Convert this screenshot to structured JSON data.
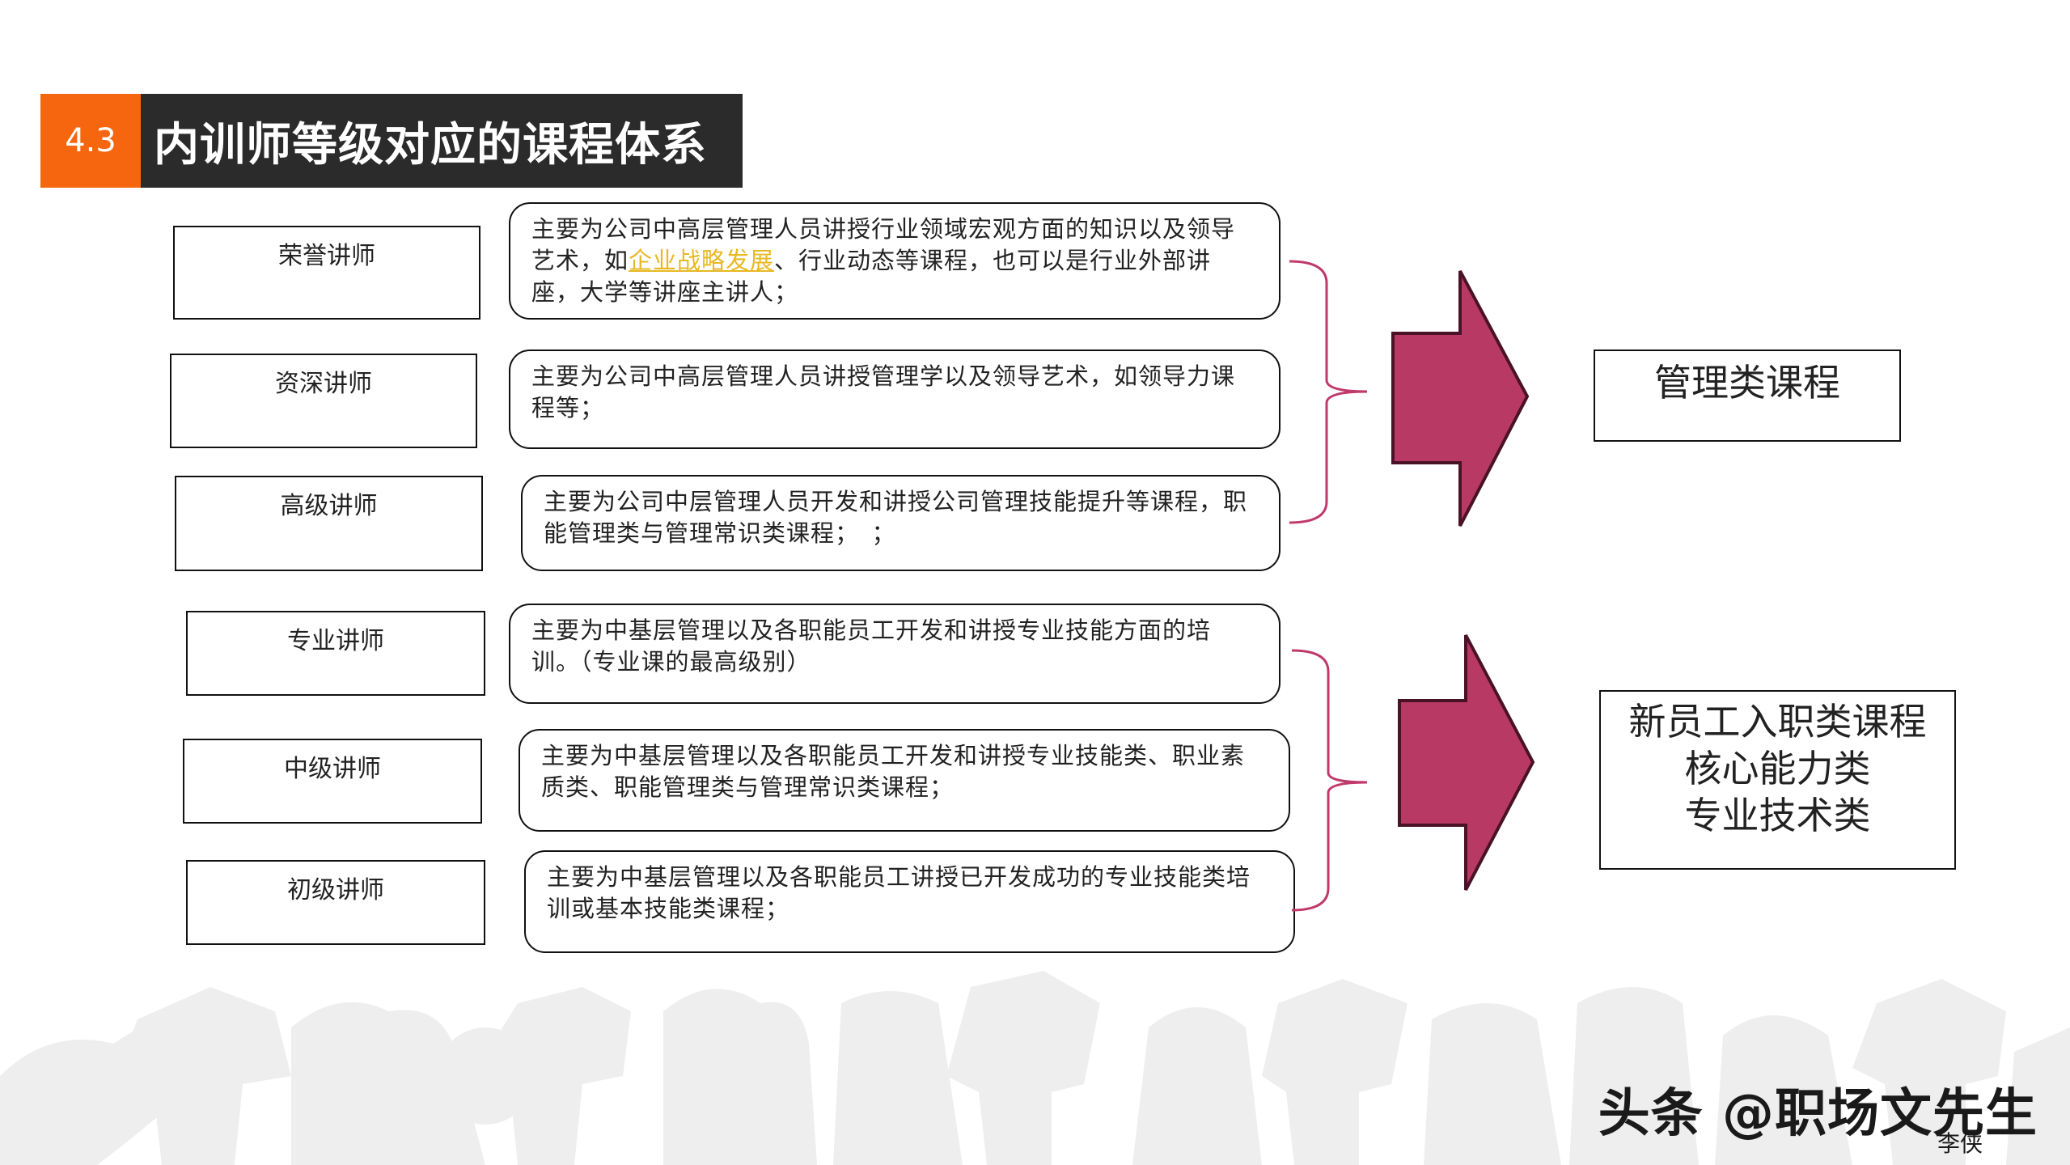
{
  "title": {
    "number": "4.3",
    "text": "内训师等级对应的课程体系"
  },
  "levels": [
    {
      "name": "荣誉讲师",
      "desc_before": "主要为公司中高层管理人员讲授行业领域宏观方面的知识以及领导艺术，如",
      "desc_highlight": "企业战略发展",
      "desc_after": "、行业动态等课程，也可以是行业外部讲座，大学等讲座主讲人；"
    },
    {
      "name": "资深讲师",
      "desc": "主要为公司中高层管理人员讲授管理学以及领导艺术，如领导力课程等；"
    },
    {
      "name": "高级讲师",
      "desc": "主要为公司中层管理人员开发和讲授公司管理技能提升等课程，职能管理类与管理常识类课程；　；"
    },
    {
      "name": "专业讲师",
      "desc": "主要为中基层管理以及各职能员工开发和讲授专业技能方面的培训。（专业课的最高级别）"
    },
    {
      "name": "中级讲师",
      "desc": "主要为中基层管理以及各职能员工开发和讲授专业技能类、职业素质类、职能管理类与管理常识类课程；"
    },
    {
      "name": "初级讲师",
      "desc": "主要为中基层管理以及各职能员工讲授已开发成功的专业技能类培训或基本技能类课程；"
    }
  ],
  "targets": {
    "management": "管理类课程",
    "professional": [
      "新员工入职类课程",
      "核心能力类",
      "专业技术类"
    ]
  },
  "watermark": {
    "main": "头条 @职场文先生",
    "sub": "李侠"
  },
  "colors": {
    "accent": "#f5660f",
    "title_bg": "#2b2b2b",
    "arrow": "#b83a64",
    "bracket": "#c0396a",
    "highlight": "#e8b824"
  }
}
